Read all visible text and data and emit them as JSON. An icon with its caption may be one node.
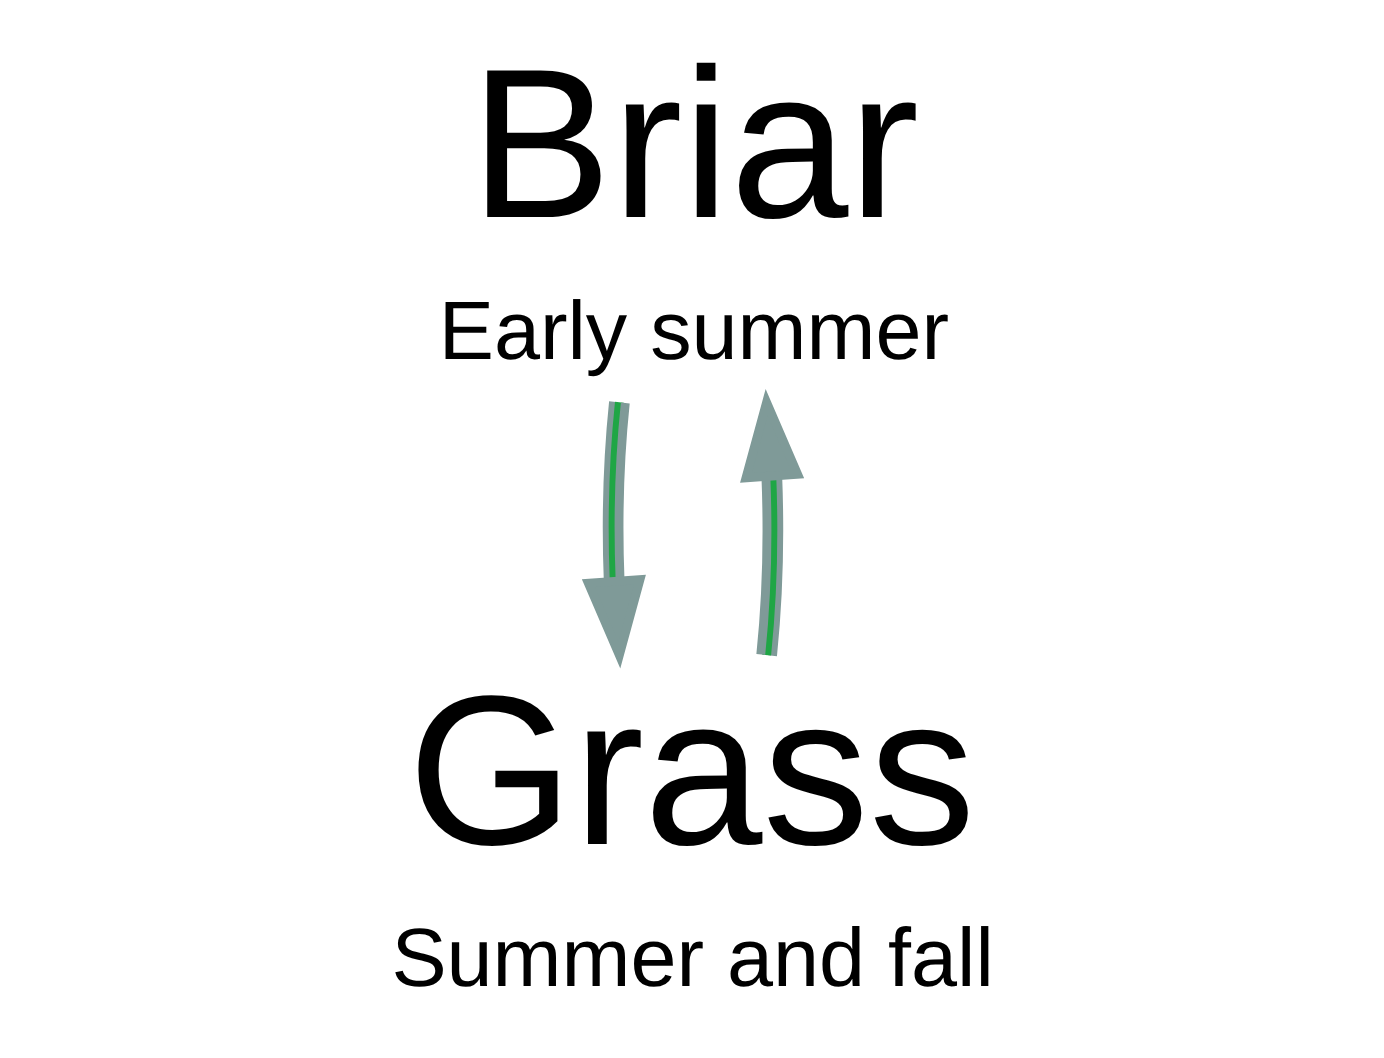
{
  "diagram": {
    "nodes": [
      {
        "text": [
          "Briar",
          "Early summer"
        ]
      },
      {
        "text": [
          "Grass",
          "Summer and fall"
        ]
      }
    ],
    "edges": [
      {
        "from": 0,
        "to": 1,
        "arrow": "to"
      },
      {
        "from": 1,
        "to": 0,
        "arrow": "to"
      }
    ]
  }
}
